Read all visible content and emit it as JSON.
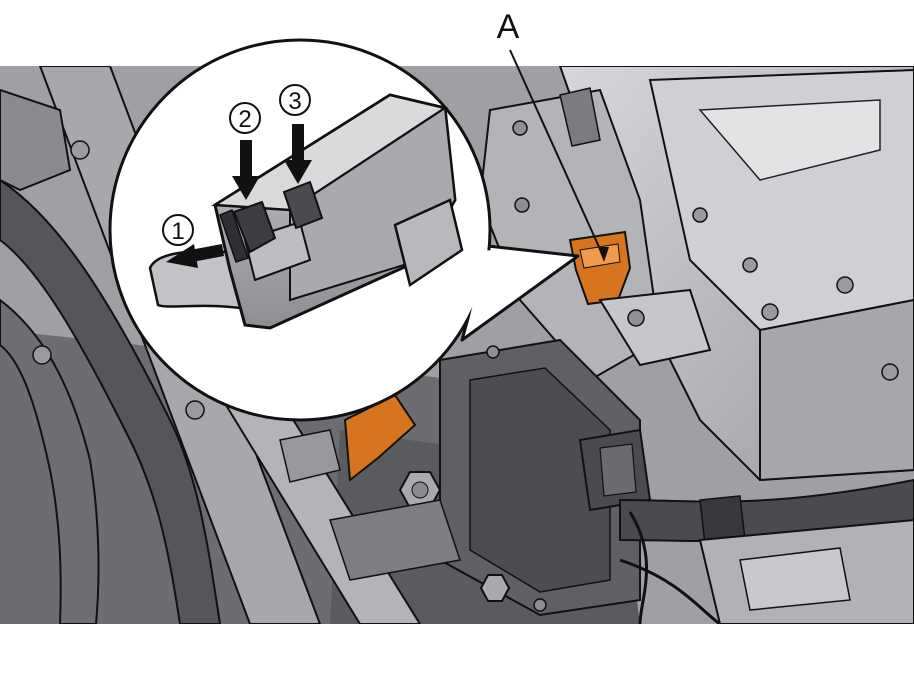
{
  "callout": {
    "label": "A"
  },
  "steps": [
    {
      "number": "1"
    },
    {
      "number": "2"
    },
    {
      "number": "3"
    }
  ],
  "colors": {
    "highlight_part": "#d9741e",
    "machinery_light": "#b9babd",
    "machinery_mid": "#8e8f93",
    "machinery_dark": "#4a4b4f",
    "outline": "#111111"
  },
  "icons": [
    "arrow-down-icon",
    "arrow-left-icon"
  ]
}
